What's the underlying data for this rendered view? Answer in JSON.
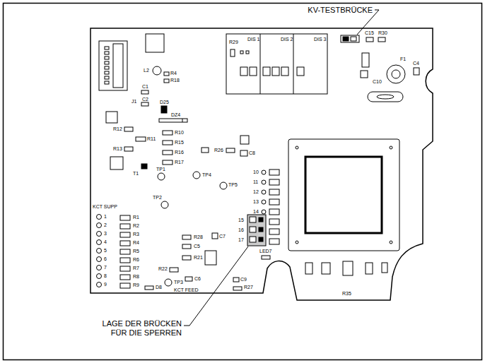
{
  "diagram": {
    "labels": [
      "KV-TESTBRÜCKE",
      "LAGE DER BRÜCKEN FÜR DIE SPERREN",
      "R29",
      "DIS 1",
      "DIS 2",
      "DIS 3",
      "L2",
      "R4",
      "R18",
      "J1",
      "C1",
      "C2",
      "D25",
      "DZ4",
      "R10",
      "R15",
      "R16",
      "R17",
      "R12",
      "R11",
      "R13",
      "T1",
      "TP1",
      "TP2",
      "TP4",
      "TP5",
      "TP3",
      "D8",
      "R1",
      "R2",
      "R3",
      "R4",
      "R5",
      "R6",
      "R7",
      "R8",
      "R9",
      "1",
      "2",
      "3",
      "4",
      "5",
      "6",
      "7",
      "8",
      "9",
      "KCT SUPP",
      "KCT FEED",
      "R26",
      "C8",
      "10",
      "11",
      "12",
      "13",
      "14",
      "15",
      "16",
      "17",
      "LED7",
      "R28",
      "C7",
      "C5",
      "R21",
      "R22",
      "C6",
      "C9",
      "R27",
      "R35",
      "F1",
      "C4",
      "C10",
      "C15",
      "R30"
    ]
  }
}
